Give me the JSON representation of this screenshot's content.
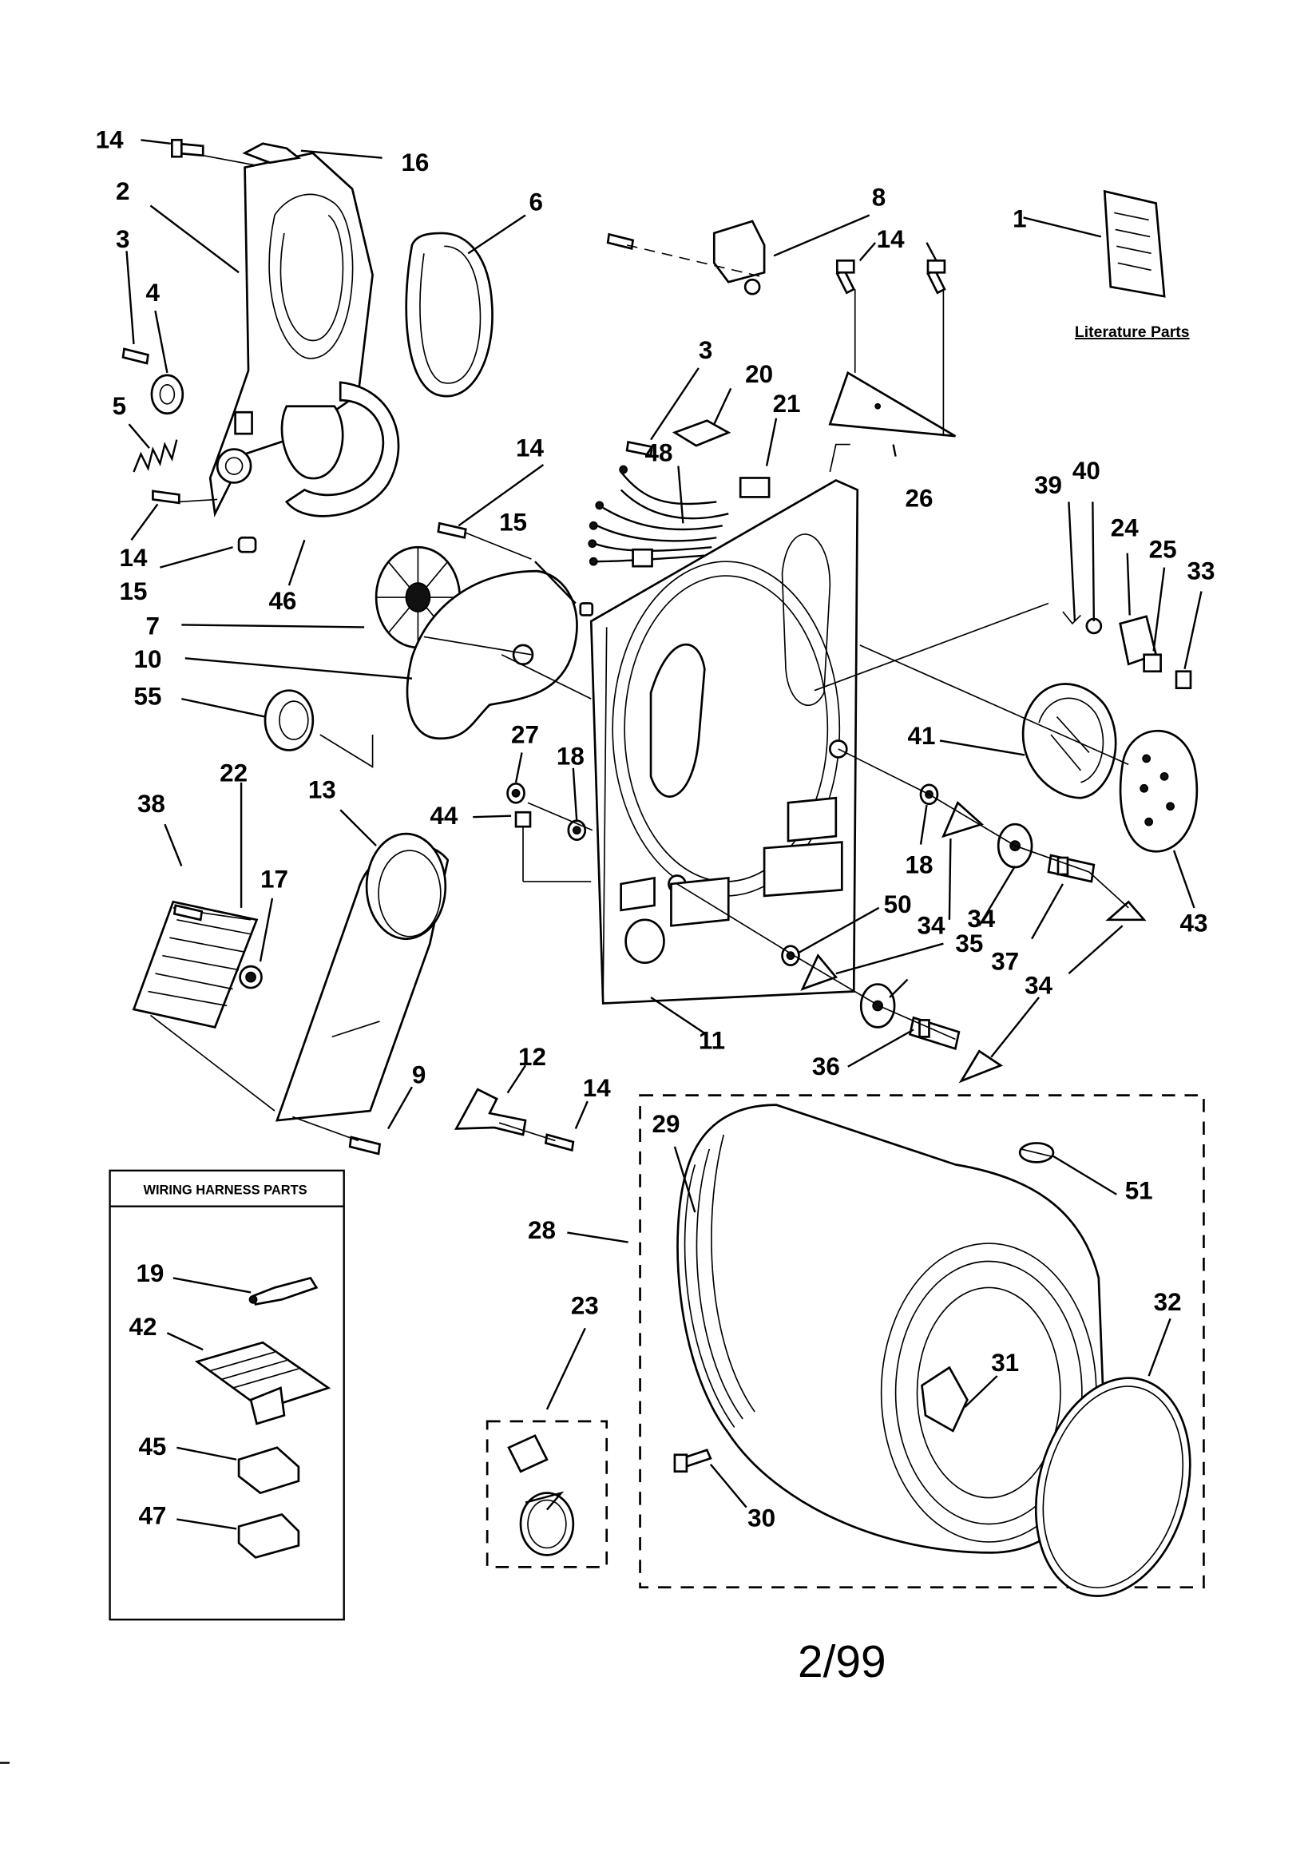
{
  "diagram": {
    "literature_label": "Literature Parts",
    "wiring_box_title": "WIRING HARNESS PARTS",
    "date_code": "2/99",
    "callouts": [
      "14",
      "16",
      "2",
      "6",
      "3",
      "4",
      "5",
      "14",
      "15",
      "46",
      "7",
      "10",
      "55",
      "22",
      "38",
      "17",
      "13",
      "9",
      "12",
      "14",
      "8",
      "1",
      "14",
      "3",
      "20",
      "21",
      "48",
      "14",
      "15",
      "26",
      "39",
      "40",
      "24",
      "25",
      "33",
      "41",
      "43",
      "27",
      "18",
      "44",
      "11",
      "18",
      "50",
      "34",
      "35",
      "37",
      "34",
      "36",
      "34",
      "19",
      "42",
      "45",
      "47",
      "29",
      "28",
      "51",
      "23",
      "32",
      "31",
      "30"
    ]
  }
}
